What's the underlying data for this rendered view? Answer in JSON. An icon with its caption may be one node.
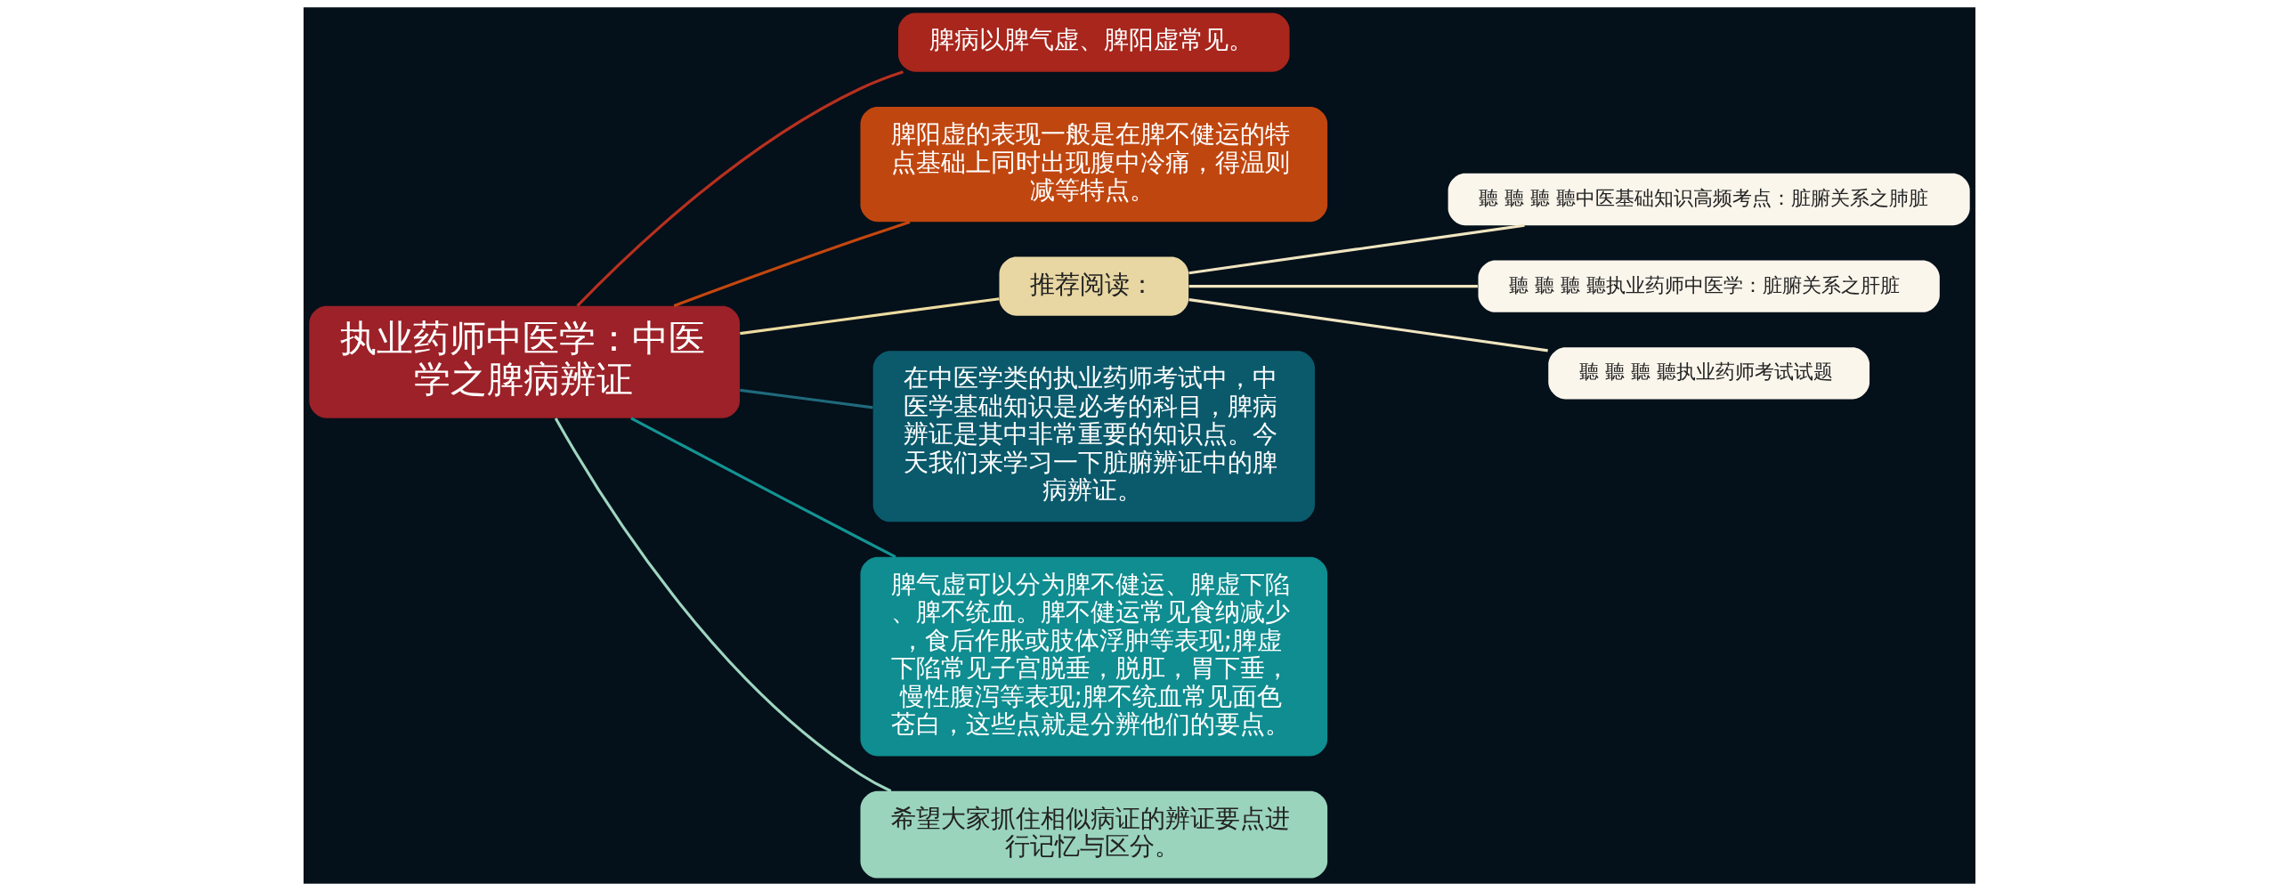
{
  "diagram": {
    "nodes": [
      {
        "text": [
          "执业药师中医学：中医学之脾病辨证"
        ]
      },
      {
        "text": [
          "脾病以脾气虚、脾阳虚常见。"
        ]
      },
      {
        "text": [
          "脾阳虚的表现一般是在脾不健运的特点基础上同时出现腹中冷痛，得温则减等特点。"
        ]
      },
      {
        "text": [
          "推荐阅读："
        ]
      },
      {
        "text": [
          "聽 聽 聽 聽中医基础知识高频考点：脏腑关系之肺脏"
        ]
      },
      {
        "text": [
          "聽 聽 聽 聽执业药师中医学：脏腑关系之肝脏"
        ]
      },
      {
        "text": [
          "聽 聽 聽 聽执业药师考试试题"
        ]
      },
      {
        "text": [
          "在中医学类的执业药师考试中，中医学基础知识是必考的科目，脾病辨证是其中非常重要的知识点。今天我们来学习一下脏腑辨证中的脾病辨证。"
        ]
      },
      {
        "text": [
          "脾气虚可以分为脾不健运、脾虚下陷、脾不统血。脾不健运常见食纳减少，食后作胀或肢体浮肿等表现;脾虚下陷常见子宫脱垂，脱肛，胃下垂，慢性腹泻等表现;脾不统血常见面色苍白，这些点就是分辨他们的要点。"
        ]
      },
      {
        "text": [
          "希望大家抓住相似病证的辨证要点进行记忆与区分。"
        ]
      }
    ],
    "edges": [
      {
        "from": 0,
        "to": 1,
        "arrow": "none",
        "color": "#b8301f"
      },
      {
        "from": 0,
        "to": 2,
        "arrow": "none",
        "color": "#c4470f"
      },
      {
        "from": 0,
        "to": 3,
        "arrow": "none",
        "color": "#ecdca0"
      },
      {
        "from": 3,
        "to": 4,
        "arrow": "none"
      },
      {
        "from": 3,
        "to": 5,
        "arrow": "none"
      },
      {
        "from": 3,
        "to": 6,
        "arrow": "none"
      },
      {
        "from": 0,
        "to": 7,
        "arrow": "none",
        "color": "#1f6a7c"
      },
      {
        "from": 0,
        "to": 8,
        "arrow": "none",
        "color": "#139494"
      },
      {
        "from": 0,
        "to": 9,
        "arrow": "none",
        "color": "#9ed6c0"
      }
    ]
  }
}
